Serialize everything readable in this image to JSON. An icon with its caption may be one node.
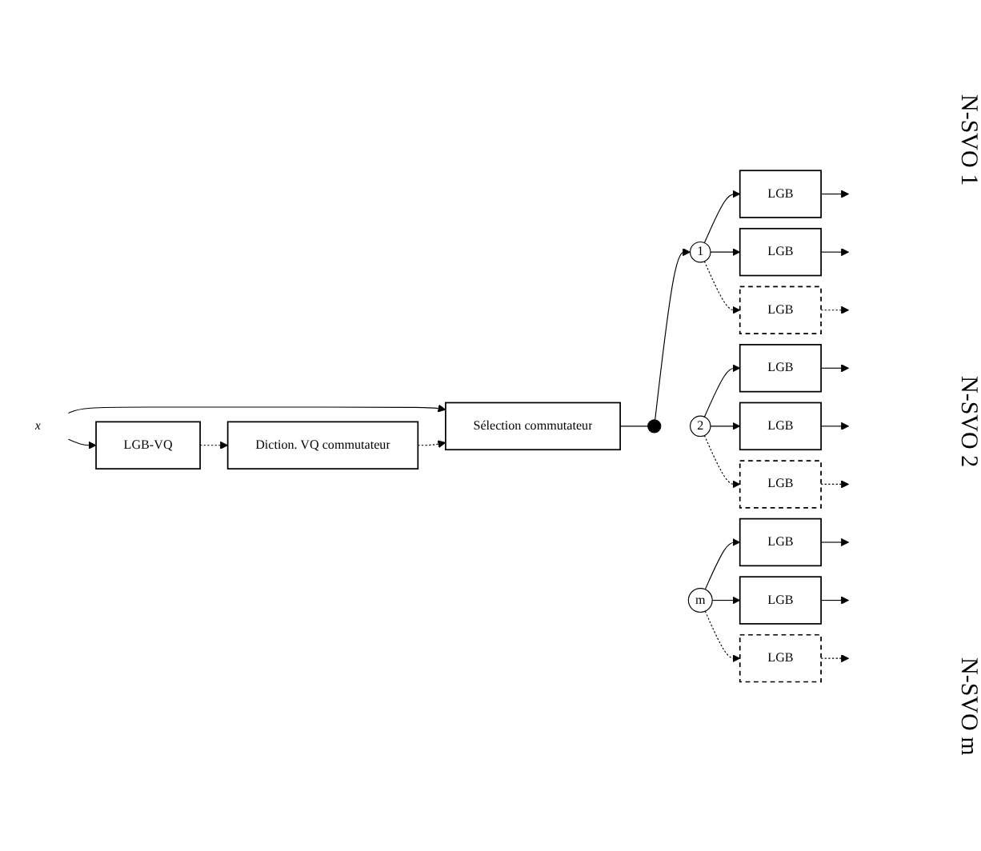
{
  "diagram": {
    "nodes": [
      {
        "text": [
          "x"
        ]
      },
      {
        "text": [
          "Sélection commutateur"
        ]
      },
      {
        "text": [
          "Diction. VQ commutateur"
        ]
      },
      {
        "text": [
          "LGB-VQ"
        ]
      },
      {
        "text": [],
        "shape": "circle"
      },
      {
        "text": [
          "1"
        ]
      },
      {
        "text": [
          "2"
        ]
      },
      {
        "text": [
          "m"
        ]
      },
      {
        "text": [
          "LGB"
        ]
      },
      {
        "text": [
          "LGB"
        ]
      },
      {
        "text": [
          "LGB"
        ]
      },
      {
        "text": [
          "LGB"
        ]
      },
      {
        "text": [
          "LGB"
        ]
      },
      {
        "text": [
          "LGB"
        ]
      },
      {
        "text": [
          "LGB"
        ]
      },
      {
        "text": [
          "LGB"
        ]
      },
      {
        "text": [
          "LGB"
        ]
      }
    ],
    "edges": [
      {
        "from": 0,
        "to": 1,
        "arrow": "to"
      },
      {
        "from": 0,
        "to": 3,
        "arrow": "to"
      },
      {
        "from": 3,
        "to": 2,
        "arrow": "to",
        "style": "dashed"
      },
      {
        "from": 2,
        "to": 1,
        "arrow": "to",
        "style": "dashed"
      },
      {
        "from": 1,
        "to": 4,
        "arrow": "none"
      },
      {
        "from": 4,
        "to": 5,
        "arrow": "to"
      },
      {
        "from": 5,
        "to": 8,
        "arrow": "to"
      },
      {
        "from": 5,
        "to": 9,
        "arrow": "to"
      },
      {
        "from": 5,
        "to": 10,
        "arrow": "to",
        "style": "dashed"
      },
      {
        "from": 6,
        "to": 11,
        "arrow": "to"
      },
      {
        "from": 6,
        "to": 12,
        "arrow": "to"
      },
      {
        "from": 6,
        "to": 13,
        "arrow": "to",
        "style": "dashed"
      },
      {
        "from": 7,
        "to": 14,
        "arrow": "to"
      },
      {
        "from": 7,
        "to": 15,
        "arrow": "to"
      },
      {
        "from": 7,
        "to": 16,
        "arrow": "to",
        "style": "dashed"
      },
      {
        "from": 8,
        "to": null,
        "arrow": "to"
      },
      {
        "from": 9,
        "to": null,
        "arrow": "to"
      },
      {
        "from": 10,
        "to": null,
        "arrow": "to",
        "style": "dashed"
      },
      {
        "from": 11,
        "to": null,
        "arrow": "to"
      },
      {
        "from": 12,
        "to": null,
        "arrow": "to"
      },
      {
        "from": 13,
        "to": null,
        "arrow": "to",
        "style": "dashed"
      },
      {
        "from": 14,
        "to": null,
        "arrow": "to"
      },
      {
        "from": 15,
        "to": null,
        "arrow": "to"
      },
      {
        "from": 16,
        "to": null,
        "arrow": "to",
        "style": "dashed"
      }
    ],
    "labels": [
      "N-SVO 1",
      "N-SVO 2",
      "N-SVO m"
    ]
  }
}
